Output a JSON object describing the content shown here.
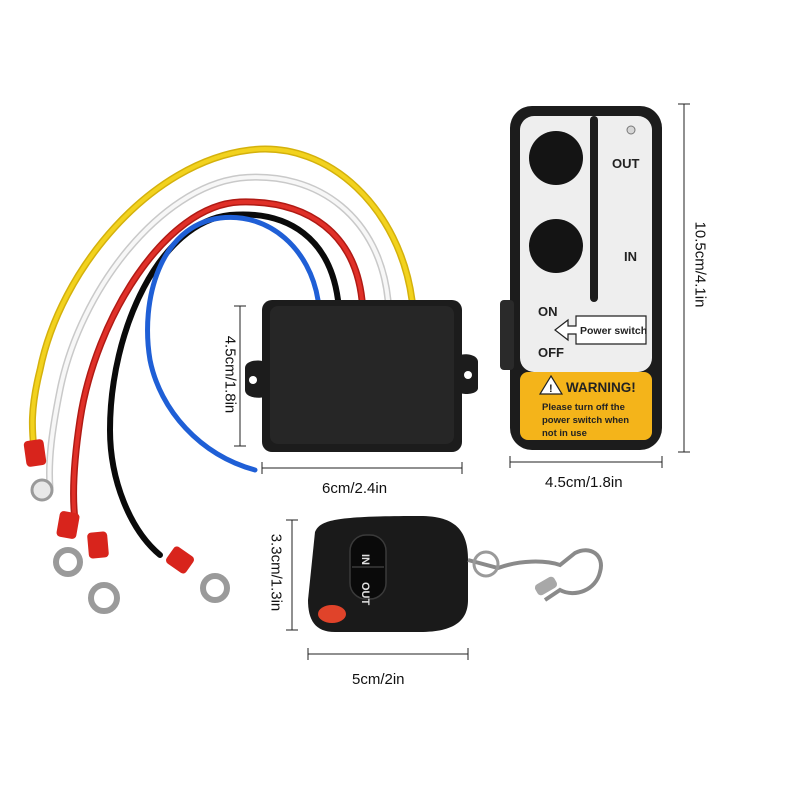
{
  "dimensions": {
    "receiver_width": "6cm/2.4in",
    "receiver_height": "4.5cm/1.8in",
    "remote_width": "4.5cm/1.8in",
    "remote_height": "10.5cm/4.1in",
    "fob_width": "5cm/2in",
    "fob_height": "3.3cm/1.3in"
  },
  "remote": {
    "out_label": "OUT",
    "in_label": "IN",
    "on_label": "ON",
    "off_label": "OFF",
    "power_switch_label": "Power switch",
    "warning_title": "WARNING!",
    "warning_line1": "Please turn off the",
    "warning_line2": "power switch when",
    "warning_line3": "not  in use"
  },
  "fob": {
    "in_label": "IN",
    "out_label": "OUT"
  },
  "colors": {
    "wire_yellow": "#f2d21e",
    "wire_white": "#f4f4f4",
    "wire_red": "#d8241c",
    "wire_black": "#141414",
    "wire_blue": "#1f5fd6",
    "warning_panel": "#f4b41a",
    "device_body": "#1c1c1c"
  }
}
